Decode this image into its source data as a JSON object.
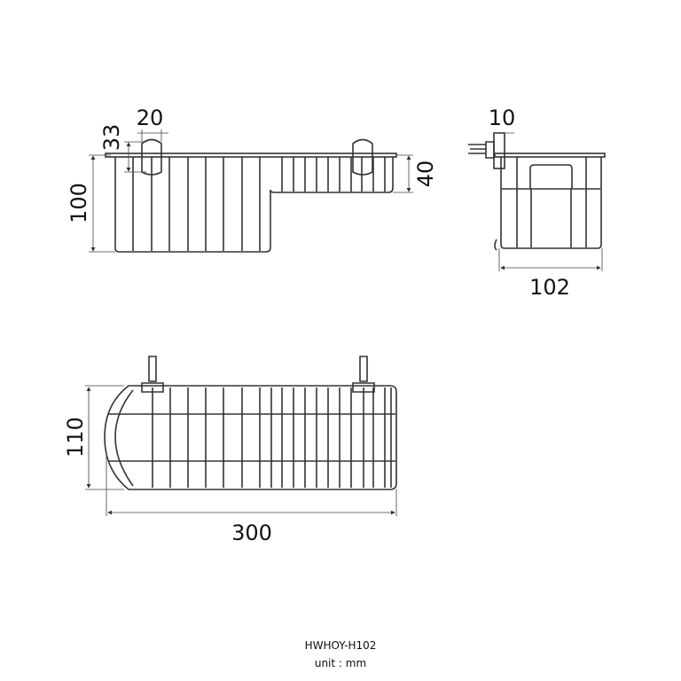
{
  "drawing": {
    "model": "HWHOY-H102",
    "unit_label": "unit : mm",
    "front_view": {
      "height": "100",
      "hook_width": "20",
      "hook_height": "33",
      "shelf_height": "40"
    },
    "side_view": {
      "hook_depth": "10",
      "depth": "102"
    },
    "top_view": {
      "depth": "110",
      "width": "300"
    }
  }
}
